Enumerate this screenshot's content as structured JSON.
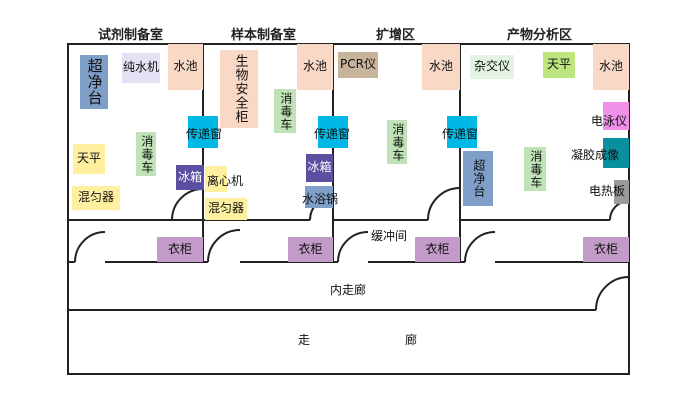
{
  "rooms": {
    "reagent": "试剂制备室",
    "sample": "样本制备室",
    "amplify": "扩增区",
    "analysis": "产物分析区"
  },
  "colors": {
    "purple_light": "#e6e0f5",
    "peach": "#f9d8c6",
    "blue_steel": "#7f9fc8",
    "green": "#bfe3b6",
    "cyan": "#00b8e6",
    "yellow": "#fff0a0",
    "indigo": "#5a4fa0",
    "mauve": "#c39bc8",
    "brown": "#c8b49a",
    "salmon": "#f5c0a8",
    "lime": "#bde680",
    "magenta": "#f090e8",
    "teal": "#0890a0",
    "gray": "#9a9a9a"
  },
  "reagent_room": {
    "ultra_clean_bench": "超净台",
    "pure_water": "纯水机",
    "sink": "水池",
    "disinfect_cart": "消毒车",
    "balance": "天平",
    "fridge": "冰箱",
    "mixer": "混匀器",
    "pass_window": "传递窗",
    "wardrobe": "衣柜"
  },
  "sample_room": {
    "bio_cabinet": "生物安全柜",
    "sink": "水池",
    "disinfect_cart": "消毒车",
    "centrifuge": "离心机",
    "mixer": "混匀器",
    "fridge": "冰箱",
    "water_bath": "水浴锅",
    "pass_window": "传递窗",
    "wardrobe": "衣柜"
  },
  "amplify_room": {
    "pcr": "PCR仪",
    "sink": "水池",
    "disinfect_cart": "消毒车",
    "pass_window": "传递窗",
    "buffer": "缓冲间",
    "wardrobe": "衣柜"
  },
  "analysis_room": {
    "hybridizer": "杂交仪",
    "balance": "天平",
    "sink": "水池",
    "electrophoresis": "电泳仪",
    "gel_imaging": "凝胶成像",
    "hot_plate": "电热板",
    "ultra_clean_bench": "超净台",
    "disinfect_cart": "消毒车",
    "wardrobe": "衣柜"
  },
  "corridors": {
    "inner": "内走廊",
    "outer_left": "走",
    "outer_right": "廊"
  }
}
